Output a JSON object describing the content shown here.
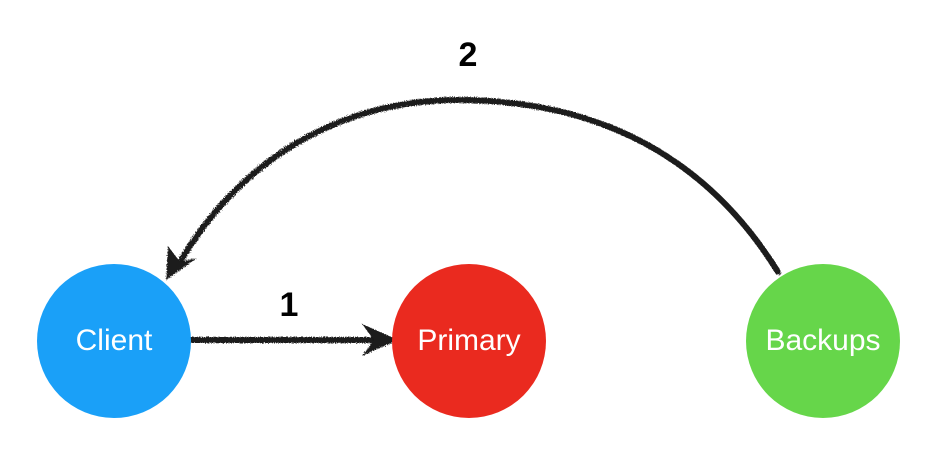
{
  "nodes": {
    "client": {
      "label": "Client",
      "color": "#1aa0f8"
    },
    "primary": {
      "label": "Primary",
      "color": "#ea2a1f"
    },
    "backups": {
      "label": "Backups",
      "color": "#66d64a"
    }
  },
  "edges": {
    "client_to_primary": {
      "label": "1"
    },
    "backups_to_client": {
      "label": "2"
    }
  },
  "colors": {
    "arrow": "#1a1a1a",
    "node_text": "#ffffff",
    "edge_label_text": "#000000"
  }
}
